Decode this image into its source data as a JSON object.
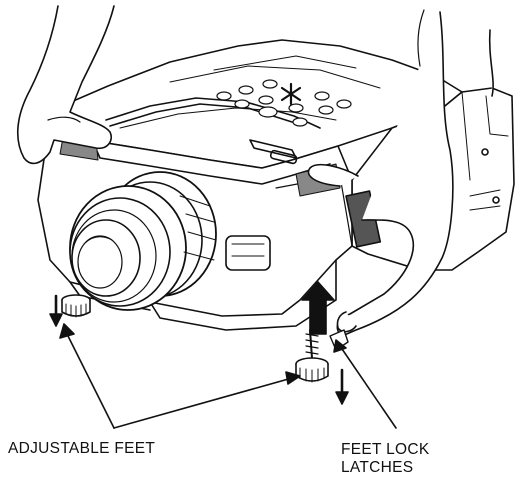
{
  "labels": {
    "adjustable_feet": "ADJUSTABLE FEET",
    "feet_lock_line1": "FEET LOCK",
    "feet_lock_line2": "LATCHES"
  },
  "colors": {
    "ink": "#111111",
    "paper": "#ffffff",
    "grille": "#555555"
  }
}
